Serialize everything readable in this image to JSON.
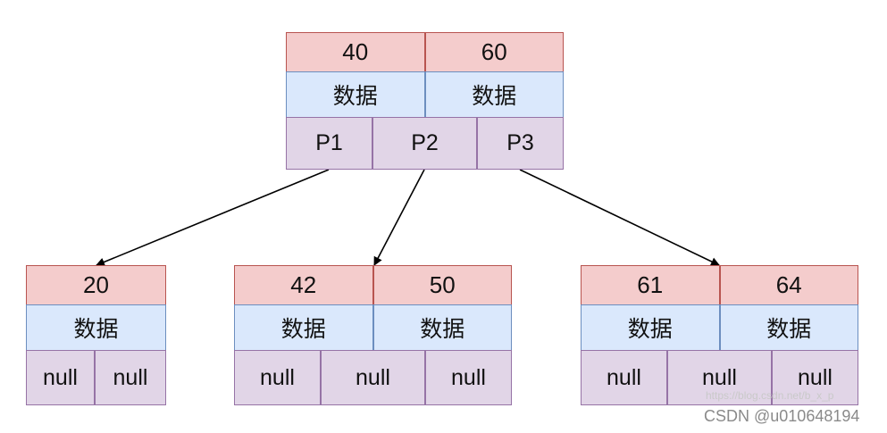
{
  "root": {
    "keys": [
      "40",
      "60"
    ],
    "data": [
      "数据",
      "数据"
    ],
    "pointers": [
      "P1",
      "P2",
      "P3"
    ]
  },
  "children": [
    {
      "keys": [
        "20"
      ],
      "data": [
        "数据"
      ],
      "pointers": [
        "null",
        "null"
      ]
    },
    {
      "keys": [
        "42",
        "50"
      ],
      "data": [
        "数据",
        "数据"
      ],
      "pointers": [
        "null",
        "null",
        "null"
      ]
    },
    {
      "keys": [
        "61",
        "64"
      ],
      "data": [
        "数据",
        "数据"
      ],
      "pointers": [
        "null",
        "null",
        "null"
      ]
    }
  ],
  "edges": [
    {
      "from": "P1",
      "to": "20"
    },
    {
      "from": "P2",
      "to": "42 50"
    },
    {
      "from": "P3",
      "to": "61 64"
    }
  ],
  "watermark": {
    "url": "https://blog.csdn.net/b_x_p",
    "credit": "CSDN @u010648194"
  },
  "colors": {
    "key_fill": "#f4cccc",
    "data_fill": "#dae8fc",
    "pointer_fill": "#e1d5e7"
  }
}
